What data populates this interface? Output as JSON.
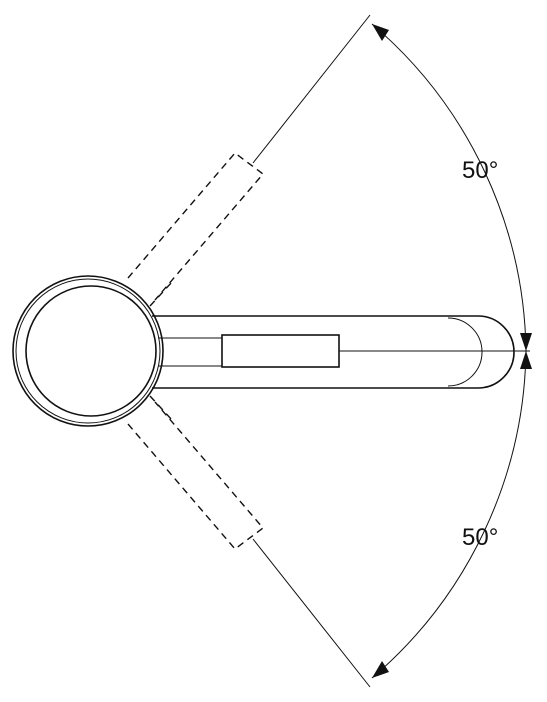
{
  "diagram": {
    "stroke_color": "#111111",
    "background_color": "#ffffff",
    "swing_angle_up": {
      "degrees": 50,
      "label": "50°"
    },
    "swing_angle_down": {
      "degrees": 50,
      "label": "50°"
    }
  }
}
